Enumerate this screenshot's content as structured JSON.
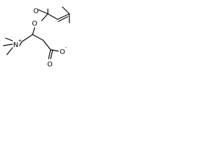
{
  "molecule": {
    "atoms": {
      "o_ester_carbonyl": "O",
      "o_ester_link": "O",
      "nitrogen": "N",
      "nitrogen_charge": "+",
      "o_carboxylate_double": "O",
      "o_carboxylate_single": "O",
      "o_carboxylate_charge": "-"
    }
  }
}
